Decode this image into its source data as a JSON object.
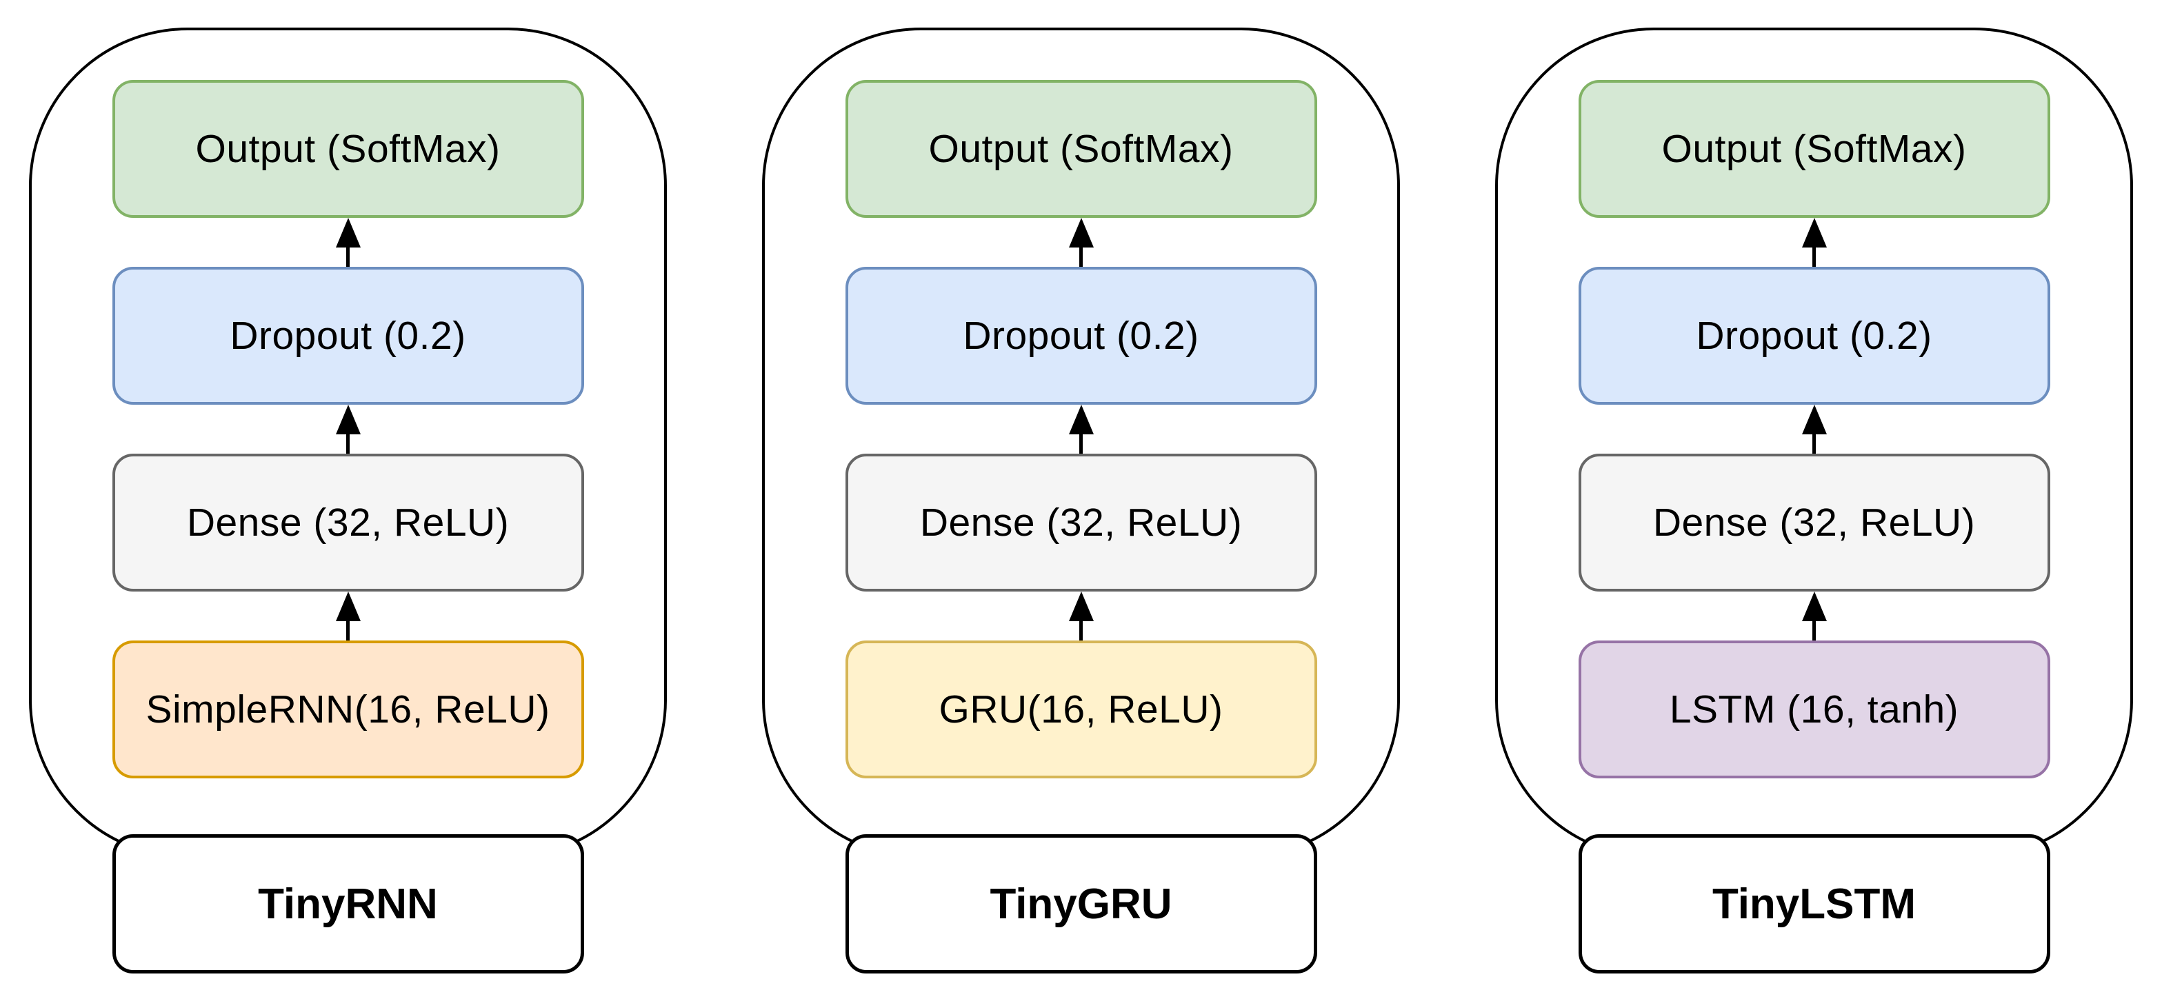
{
  "diagram": {
    "background": "#ffffff",
    "outline_color": "#000000",
    "text_color": "#000000",
    "models": [
      {
        "name": "TinyRNN",
        "layers": [
          {
            "label": "Output (SoftMax)",
            "fill": "#d5e8d4",
            "border": "#82b366"
          },
          {
            "label": "Dropout (0.2)",
            "fill": "#dae8fc",
            "border": "#6c8ebf"
          },
          {
            "label": "Dense (32, ReLU)",
            "fill": "#f5f5f5",
            "border": "#666666"
          },
          {
            "label": "SimpleRNN(16, ReLU)",
            "fill": "#ffe6cc",
            "border": "#d79b00"
          }
        ]
      },
      {
        "name": "TinyGRU",
        "layers": [
          {
            "label": "Output (SoftMax)",
            "fill": "#d5e8d4",
            "border": "#82b366"
          },
          {
            "label": "Dropout (0.2)",
            "fill": "#dae8fc",
            "border": "#6c8ebf"
          },
          {
            "label": "Dense (32, ReLU)",
            "fill": "#f5f5f5",
            "border": "#666666"
          },
          {
            "label": "GRU(16, ReLU)",
            "fill": "#fff2cc",
            "border": "#d6b656"
          }
        ]
      },
      {
        "name": "TinyLSTM",
        "layers": [
          {
            "label": "Output (SoftMax)",
            "fill": "#d5e8d4",
            "border": "#82b366"
          },
          {
            "label": "Dropout (0.2)",
            "fill": "#dae8fc",
            "border": "#6c8ebf"
          },
          {
            "label": "Dense (32, ReLU)",
            "fill": "#f5f5f5",
            "border": "#666666"
          },
          {
            "label": "LSTM (16, tanh)",
            "fill": "#e1d5e7",
            "border": "#9673a6"
          }
        ]
      }
    ]
  }
}
